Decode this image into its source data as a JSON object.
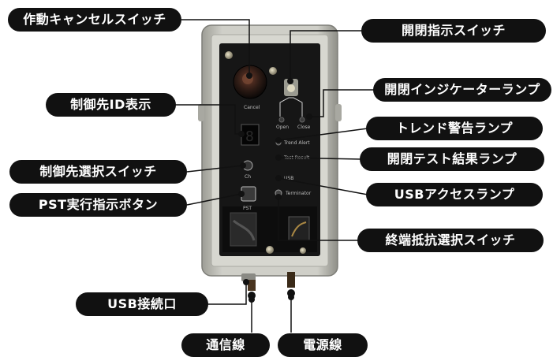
{
  "callouts": {
    "cancel_switch": "作動キャンセルスイッチ",
    "open_close_indicator_switch": "開閉指示スイッチ",
    "open_close_indicator_lamp": "開閉インジケーターランプ",
    "control_target_id_display": "制御先ID表示",
    "trend_alert_lamp": "トレンド警告ランプ",
    "control_target_select_switch": "制御先選択スイッチ",
    "open_close_test_result_lamp": "開閉テスト結果ランプ",
    "pst_execute_button": "PST実行指示ボタン",
    "usb_access_lamp": "USBアクセスランプ",
    "termination_select_switch": "終端抵抗選択スイッチ",
    "usb_port": "USB接続口",
    "comm_line": "通信線",
    "power_line": "電源線"
  },
  "panel_labels": {
    "cancel": "Cancel",
    "open": "Open",
    "close": "Close",
    "trend_alert": "Trend Alert",
    "test_result": "Test Result",
    "usb": "USB",
    "ch": "Ch",
    "pst": "PST",
    "terminator": "Terminator"
  },
  "colors": {
    "label_bg": "#111111",
    "label_text": "#ffffff",
    "enclosure": "#c9c9c2",
    "panel": "#161616"
  }
}
